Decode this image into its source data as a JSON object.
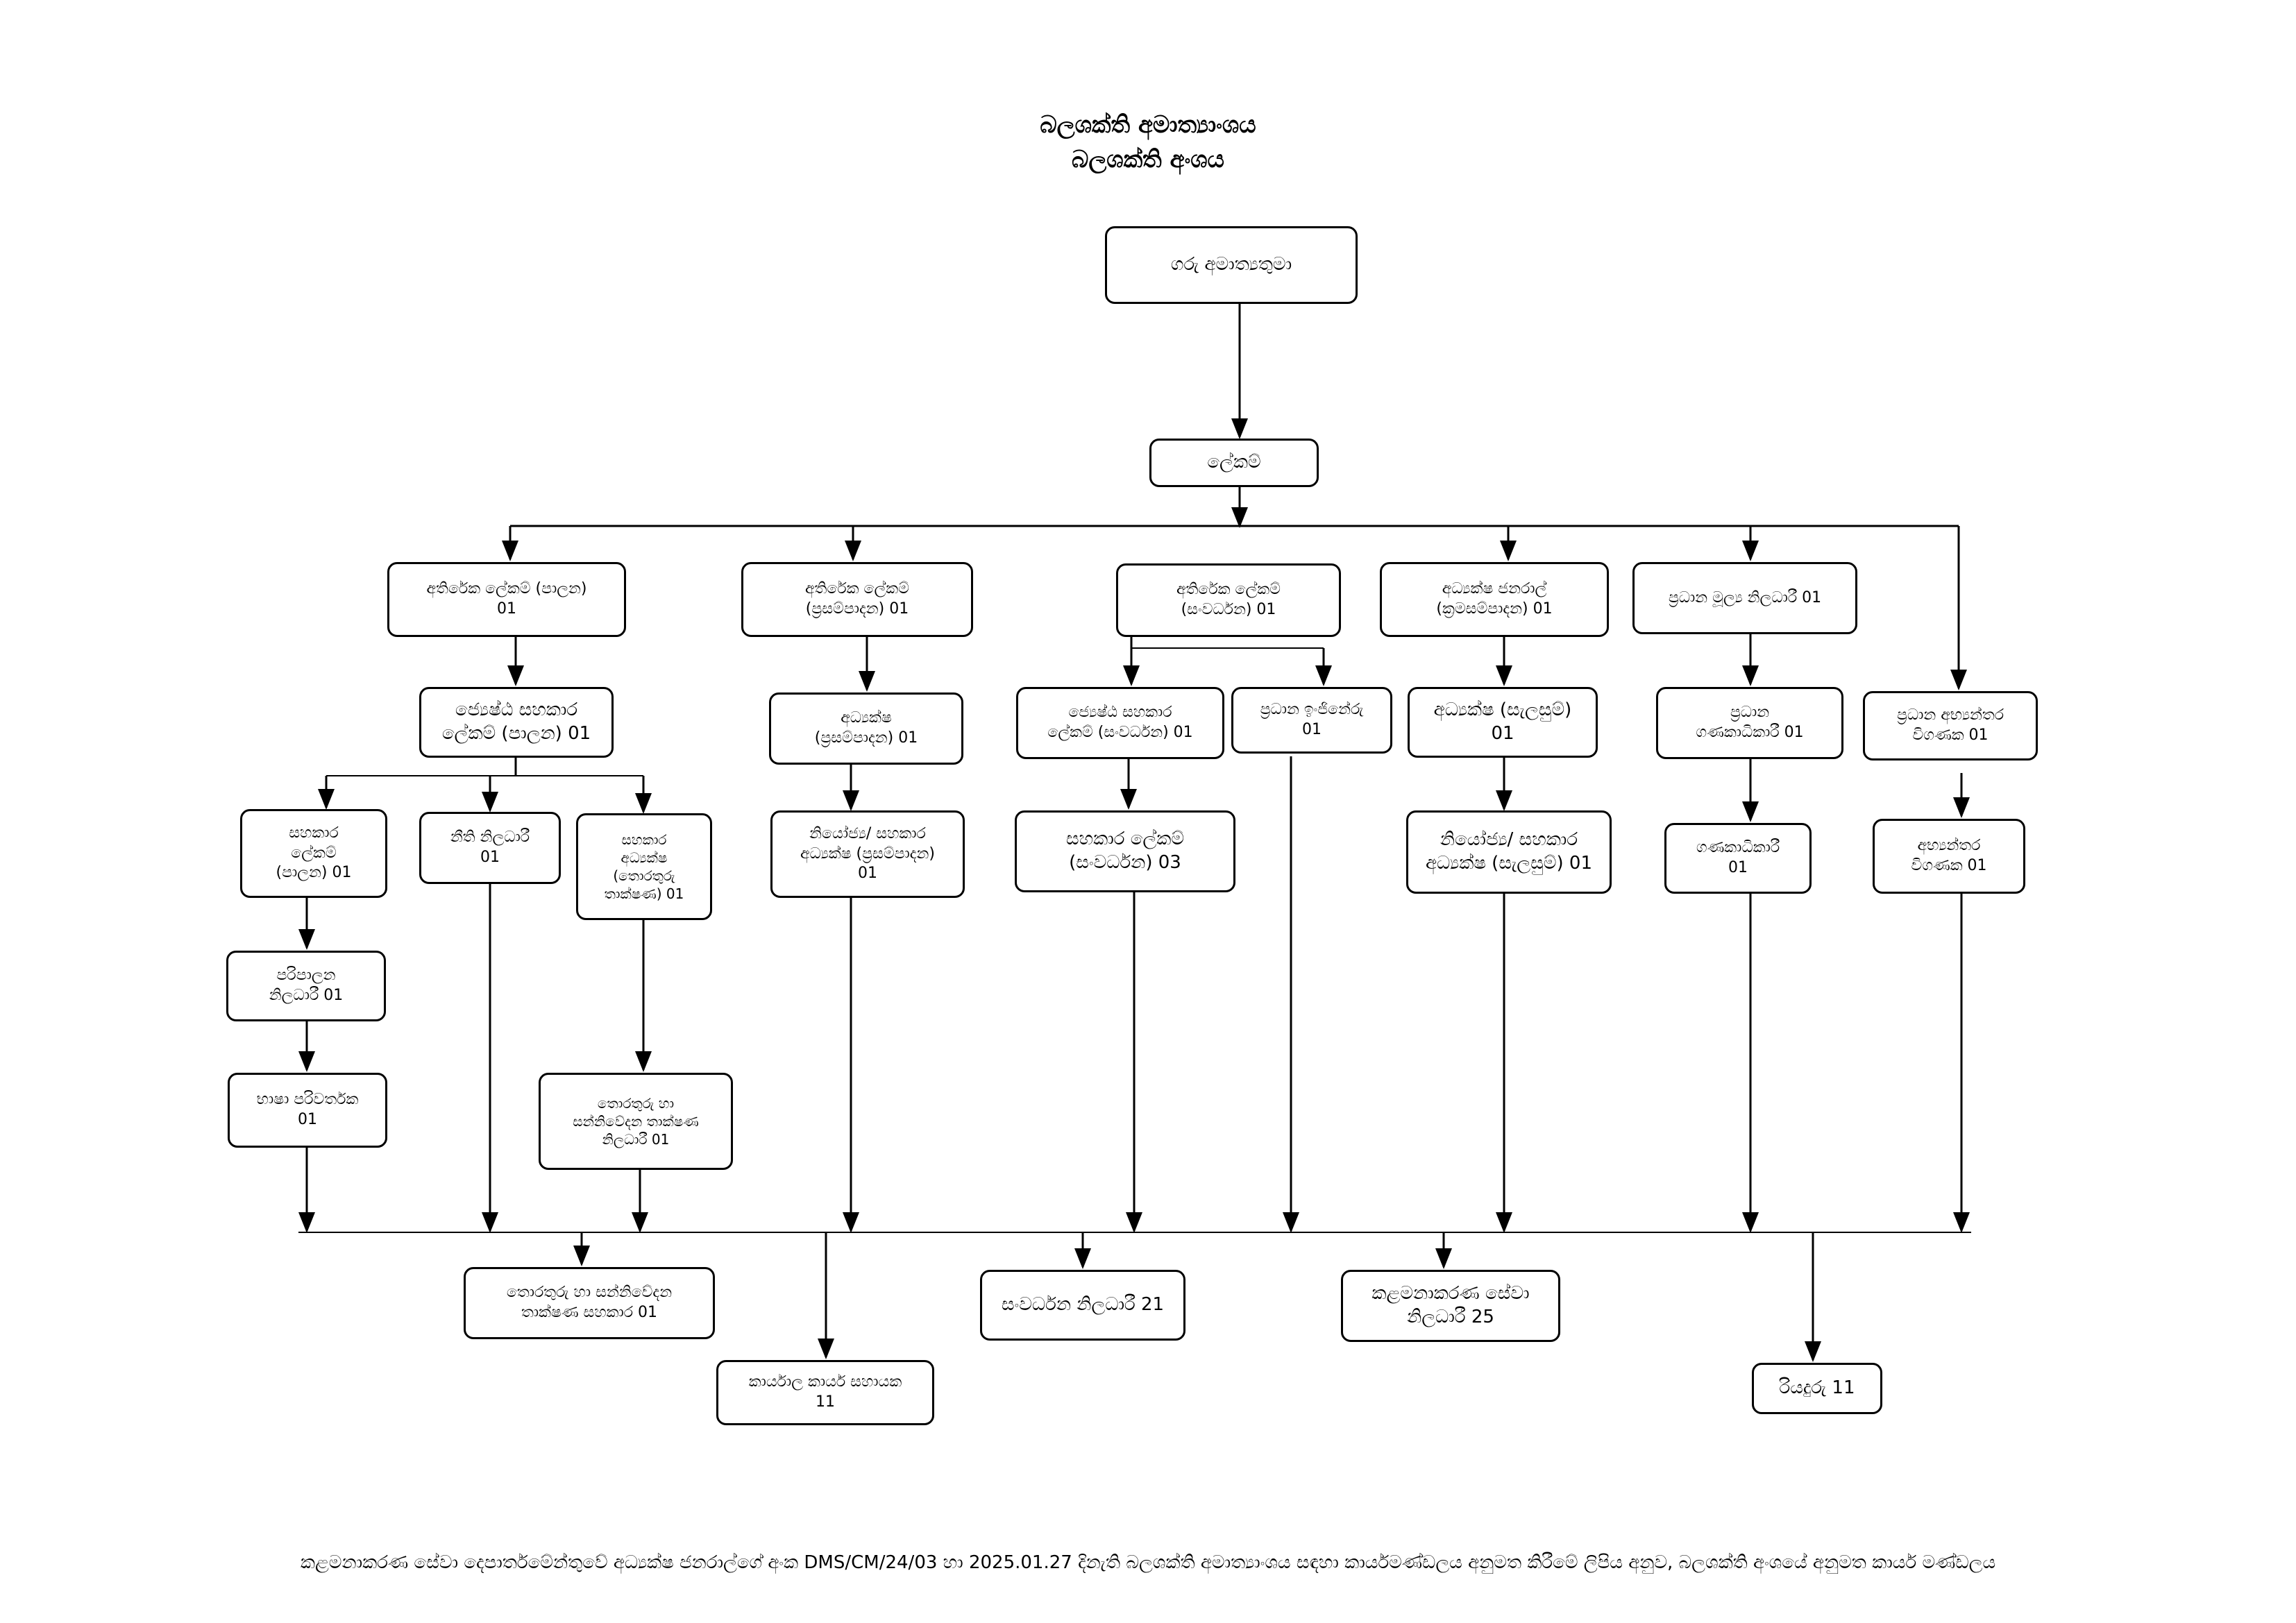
{
  "title": {
    "ministry": "බලශක්ති අමාත්‍යාංශය",
    "division": "බලශක්ති අංශය"
  },
  "nodes": {
    "minister": "ගරු අමාත්‍යතුමා",
    "secretary": "ලේකම්",
    "addl_sec_admin": "අතිරේක ලේකම් (පාලන)\n01",
    "addl_sec_supply": "අතිරේක ලේකම්\n(ප්‍රසම්පාදන) 01",
    "addl_sec_dev": "අතිරේක ලේකම්\n(සංවර්ධන) 01",
    "dir_gen_planning": "අධ්‍යක්ෂ ජනරාල්\n(ක්‍රමසම්පාදන) 01",
    "chief_fin_officer": "ප්‍රධාන මූල්‍ය නිලධාරී 01",
    "chief_internal_auditor": "ප්‍රධාන අභ්‍යන්තර\nවිගණක 01",
    "senior_asst_sec_admin": "ජ්‍යෙෂ්ඨ සහකාර\nලේකම් (පාලන) 01",
    "director_supply": "අධ්‍යක්ෂ\n(ප්‍රසම්පාදන) 01",
    "senior_asst_sec_dev": "ජ්‍යෙෂ්ඨ සහකාර\nලේකම් (සංවර්ධන) 01",
    "chief_engineer": "ප්‍රධාන ඉංජිනේරු\n01",
    "director_planning": "අධ්‍යක්ෂ (සැලසුම්)\n01",
    "chief_accountant": "ප්‍රධාන\nගණකාධිකාරී 01",
    "asst_sec_admin": "සහකාර\nලේකම්\n(පාලන) 01",
    "legal_officer": "නීති නිලධාරී\n01",
    "asst_dir_it": "සහකාර\nඅධ්‍යක්ෂ\n(තොරතුරු\nතාක්ෂණ) 01",
    "deputy_dir_supply": "නියෝජ්‍ය/ සහකාර\nඅධ්‍යක්ෂ (ප්‍රසම්පාදන)\n01",
    "asst_sec_dev": "සහකාර ලේකම්\n(සංවර්ධන) 03",
    "deputy_dir_planning": "නියෝජ්‍ය/ සහකාර\nඅධ්‍යක්ෂ (සැලසුම්) 01",
    "accountant": "ගණකාධිකාරී\n01",
    "internal_auditor": "අභ්‍යන්තර\nවිගණක 01",
    "admin_officer": "පරිපාලන\nනිලධාරී 01",
    "translator": "භාෂා පරිවර්තක\n01",
    "ict_officer": "තොරතුරු හා\nසන්නිවේදන තාක්ෂණ\nනිලධාරී 01",
    "ict_assistant": "තොරතුරු හා සන්නිවේදන\nතාක්ෂණ සහකාර 01",
    "dev_officers": "සංවර්ධන නිලධාරී 21",
    "mgmt_service_officers": "කළමනාකරණ සේවා\nනිලධාරී 25",
    "office_assistants": "කාර්යාල කාර්ය සහායක\n11",
    "drivers": "රියදුරු 11"
  },
  "footer": "කළමනාකරණ සේවා දෙපාර්තමේන්තුවේ අධ්‍යක්ෂ ජනරාල්ගේ අංක DMS/CM/24/03 හා 2025.01.27 දිනැති බලශක්ති අමාත්‍යාංශය සඳහා කාර්යමණ්ඩලය අනුමත කිරීමේ ලිපිය අනුව, බලශක්ති අංශයේ අනුමත කාර්ය මණ්ඩලය"
}
